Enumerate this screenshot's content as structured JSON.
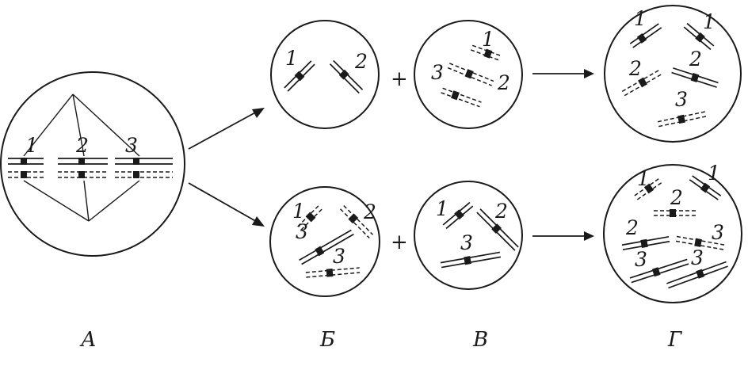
{
  "labels": {
    "cell_a": "А",
    "cell_b": "Б",
    "cell_v": "В",
    "cell_g": "Г"
  },
  "operators": {
    "plus": "+"
  },
  "numbers": {
    "one": "1",
    "two": "2",
    "three": "3"
  }
}
